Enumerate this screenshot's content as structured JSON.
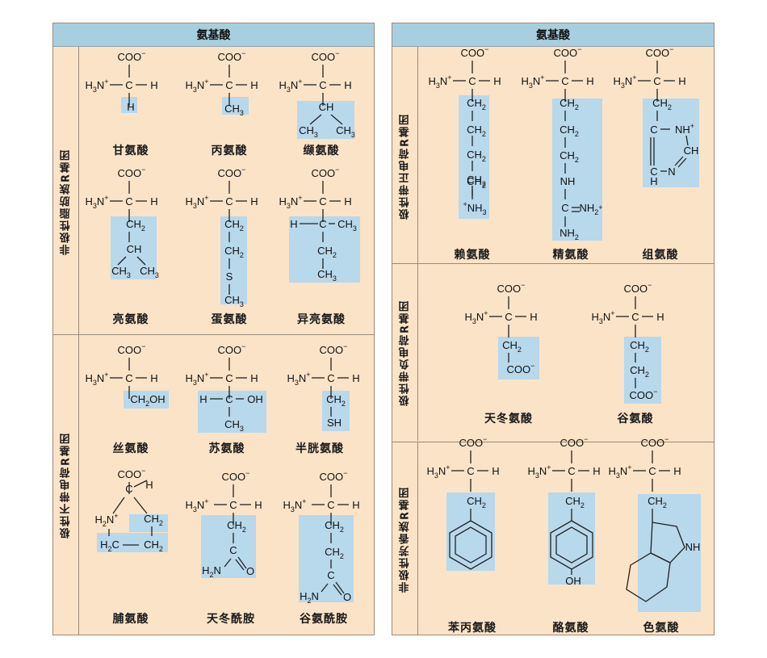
{
  "left": {
    "header": "氨基酸",
    "groups": [
      "非极性脂肪族R基团",
      "极性不带电荷R基团"
    ],
    "amino_acids": [
      "甘氨酸",
      "丙氨酸",
      "缬氨酸",
      "亮氨酸",
      "蛋氨酸",
      "异亮氨酸",
      "丝氨酸",
      "苏氨酸",
      "半胱氨酸",
      "脯氨酸",
      "天冬酰胺",
      "谷氨酰胺"
    ]
  },
  "right": {
    "header": "氨基酸",
    "groups": [
      "极性带正电荷R基团",
      "极性带负电荷R基团",
      "非极性芳香族R基团"
    ],
    "amino_acids": [
      "赖氨酸",
      "精氨酸",
      "组氨酸",
      "天冬氨酸",
      "谷氨酸",
      "苯丙氨酸",
      "酪氨酸",
      "色氨酸"
    ]
  },
  "atoms": {
    "coo": "COO",
    "minus": "−",
    "h3n": "H",
    "h3n_sub": "3",
    "n": "N",
    "plus": "+",
    "c": "C",
    "h": "H",
    "ch": "CH",
    "ch2": "CH",
    "ch3": "CH",
    "two": "2",
    "three": "3",
    "ch2oh": "CH",
    "oh": "OH",
    "sh": "SH",
    "s": "S",
    "nh": "NH",
    "nh2": "NH",
    "nh3": "NH",
    "o": "O",
    "n_atom": "N",
    "h2n": "H",
    "coo_full": "COO"
  }
}
